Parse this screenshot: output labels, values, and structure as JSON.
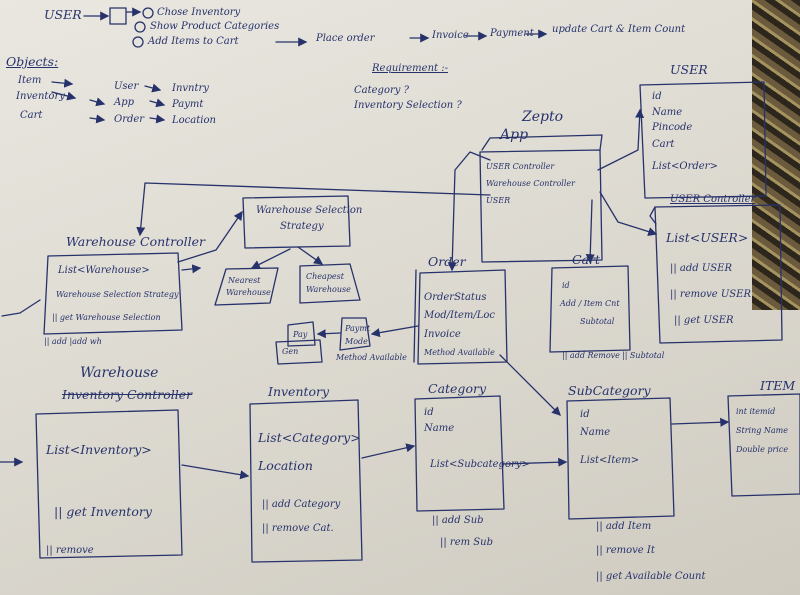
{
  "flow": {
    "user": "USER",
    "step1": "Chose Inventory",
    "step2": "Show Product Categories",
    "step3": "Add Items to Cart",
    "pipeline": [
      "Place order",
      "Invoice",
      "Payment",
      "update Cart & Item Count"
    ]
  },
  "objects": {
    "heading": "Objects:",
    "col1": [
      "Item",
      "Inventory",
      "Cart"
    ],
    "col2": [
      "User",
      "App",
      "Order"
    ],
    "col3": [
      "Invntry",
      "Paymt",
      "Location"
    ]
  },
  "requirement": {
    "heading": "Requirement :-",
    "items": [
      "Category ?",
      "Inventory Selection ?"
    ]
  },
  "zepto": {
    "title": "Zepto",
    "subtitle": "App",
    "lines": [
      "USER Controller",
      "Warehouse Controller",
      "USER"
    ]
  },
  "user_box": {
    "title": "USER",
    "fields": [
      "id",
      "Name",
      "Pincode",
      "Cart",
      "List<Order>"
    ]
  },
  "user_controller": {
    "title": "USER Controller",
    "lines": [
      "List<USER>",
      "|| add USER",
      "|| remove USER",
      "|| get USER"
    ]
  },
  "warehouse_selection": {
    "line1": "Warehouse Selection",
    "line2": "Strategy"
  },
  "nearest": {
    "line1": "Nearest",
    "line2": "Warehouse"
  },
  "cheapest": {
    "line1": "Cheapest",
    "line2": "Warehouse"
  },
  "warehouse_controller": {
    "title": "Warehouse Controller",
    "lines": [
      "List<Warehouse>",
      "Warehouse Selection Strategy",
      "|| get Warehouse Selection"
    ],
    "below": "|| add |add wh"
  },
  "order": {
    "title": "Order",
    "lines": [
      "OrderStatus",
      "Mod/Item/Loc",
      "Invoice",
      "Method Available"
    ]
  },
  "cart": {
    "title": "Cart",
    "lines": [
      "id",
      "Add / Item Cnt",
      "Subtotal"
    ],
    "below": [
      "|| add Remove",
      "|| Subtotal"
    ]
  },
  "payment_mini": {
    "labels": [
      "Pay",
      "Paymt",
      "Gen",
      "Mode"
    ],
    "note": "Method Available"
  },
  "warehouse": {
    "title": "Warehouse",
    "subtitle": "Inventory Controller",
    "lines": [
      "List<Inventory>",
      "|| get Inventory",
      "|| remove"
    ]
  },
  "inventory": {
    "title": "Inventory",
    "lines": [
      "List<Category>",
      "Location",
      "|| add Category",
      "|| remove Cat."
    ]
  },
  "category": {
    "title": "Category",
    "lines": [
      "id",
      "Name",
      "List<Subcategory>"
    ],
    "below": [
      "|| add Sub",
      "|| rem Sub"
    ]
  },
  "subcategory": {
    "title": "SubCategory",
    "lines": [
      "id",
      "Name",
      "List<Item>"
    ],
    "below": [
      "|| add Item",
      "|| remove It",
      "|| get Available Count"
    ]
  },
  "item": {
    "title": "ITEM",
    "lines": [
      "int itemid",
      "String Name",
      "Double price"
    ]
  }
}
